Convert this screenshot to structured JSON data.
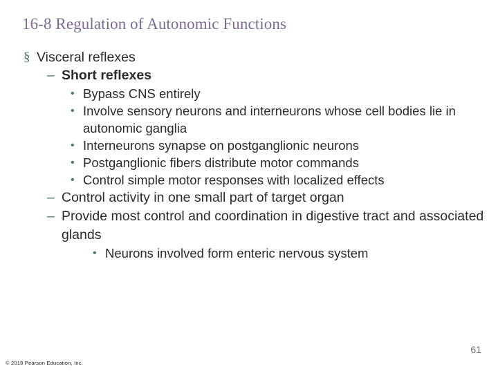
{
  "slide": {
    "title": "16-8 Regulation of Autonomic Functions",
    "slide_number": "61",
    "copyright": "© 2018 Pearson Education, Inc.",
    "markers": {
      "level1": "§",
      "level2": "–",
      "level3": "•"
    },
    "content": [
      {
        "level": 1,
        "bold": false,
        "text": "Visceral reflexes"
      },
      {
        "level": 2,
        "bold": true,
        "text": "Short reflexes"
      },
      {
        "level": 3,
        "bold": false,
        "text": "Bypass CNS entirely"
      },
      {
        "level": 3,
        "bold": false,
        "text": "Involve sensory neurons and interneurons whose cell bodies lie in autonomic ganglia"
      },
      {
        "level": 3,
        "bold": false,
        "text": "Interneurons synapse on postganglionic neurons"
      },
      {
        "level": 3,
        "bold": false,
        "text": "Postganglionic fibers distribute motor commands"
      },
      {
        "level": 3,
        "bold": false,
        "text": "Control simple motor responses with localized effects"
      },
      {
        "level": 2,
        "bold": false,
        "text": "Control activity in one small part of target organ"
      },
      {
        "level": 2,
        "bold": false,
        "text": "Provide most control and coordination in digestive tract and associated glands"
      },
      {
        "level": 3,
        "bold": false,
        "extraIndent": true,
        "text": "Neurons involved form enteric nervous system"
      }
    ]
  }
}
